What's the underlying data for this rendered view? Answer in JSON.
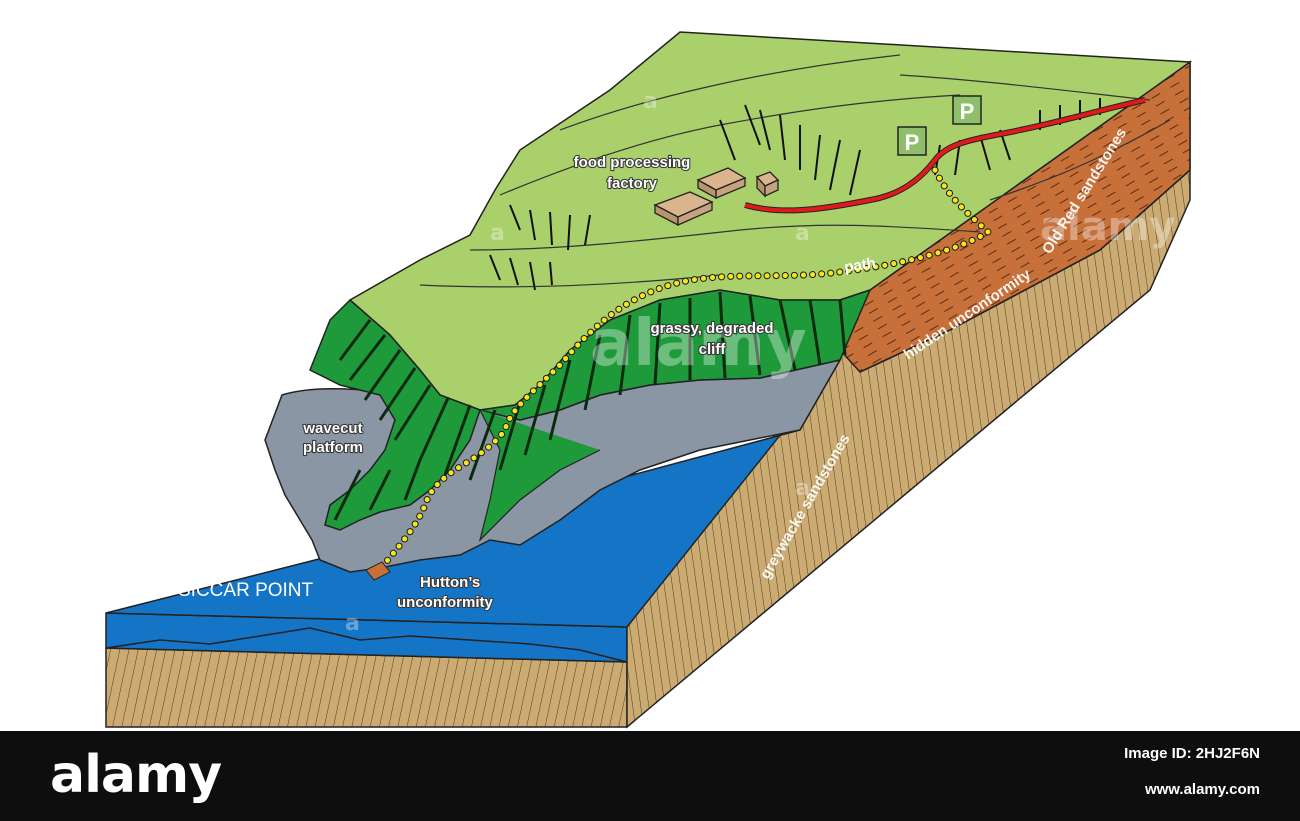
{
  "labels": {
    "food_factory_line1": "food processing",
    "food_factory_line2": "factory",
    "path": "path",
    "grassy_cliff_line1": "grassy, degraded",
    "grassy_cliff_line2": "cliff",
    "wavecut_line1": "wavecut",
    "wavecut_line2": "platform",
    "siccar_point": "SICCAR POINT",
    "huttons_line1": "Hutton’s",
    "huttons_line2": "unconformity",
    "old_red": "Old Red sandstones",
    "hidden_unconformity": "hidden unconformity",
    "greywacke": "greywacke sandstones",
    "parking": "P"
  },
  "watermark": {
    "brand": "alamy",
    "small_mark": "a"
  },
  "footer": {
    "brand": "alamy",
    "image_id": "Image ID: 2HJ2F6N",
    "url": "www.alamy.com"
  },
  "colors": {
    "grass": "#a9d06a",
    "cliff": "#1e9a3a",
    "platform": "#8a96a4",
    "sea": "#1474c6",
    "old_red": "#c8703a",
    "greywacke": "#cbab72",
    "road": "#e01a1a",
    "path_dots": "#f5e51f",
    "factory": "#d9b48c",
    "footer_bg": "#0e0e0e"
  }
}
